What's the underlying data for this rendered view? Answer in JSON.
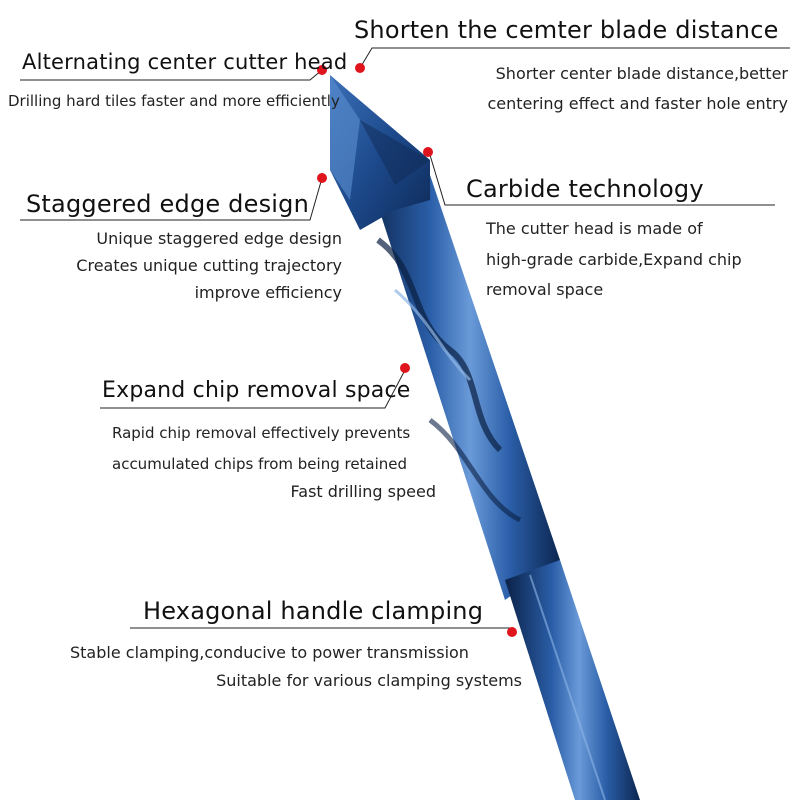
{
  "callouts": {
    "alternating": {
      "title": "Alternating center cutter head",
      "lines": [
        "Drilling hard tiles faster and  more efficiently"
      ]
    },
    "shorten": {
      "title": "Shorten the cemter blade distance",
      "lines": [
        "Shorter center blade distance,better",
        "centering effect and faster hole entry"
      ]
    },
    "staggered": {
      "title": "Staggered edge design",
      "lines": [
        "Unique staggered edge design",
        "Creates unique cutting trajectory",
        "improve efficiency"
      ]
    },
    "carbide": {
      "title": "Carbide technology",
      "lines": [
        "The cutter head is made of",
        "high-grade carbide,Expand chip",
        "removal space"
      ]
    },
    "chip": {
      "title": "Expand chip removal space",
      "lines": [
        "Rapid chip removal effectively prevents",
        "accumulated chips from being retained",
        "Fast drilling speed"
      ]
    },
    "hex": {
      "title": "Hexagonal handle clamping",
      "lines": [
        "Stable clamping,conducive to power transmission",
        "Suitable for various clamping systems"
      ]
    }
  },
  "colors": {
    "bit_dark": "#0f2a55",
    "bit_mid": "#1f4f93",
    "bit_light": "#5c8fd0",
    "dot": "#e0141d",
    "leader": "#222222"
  }
}
